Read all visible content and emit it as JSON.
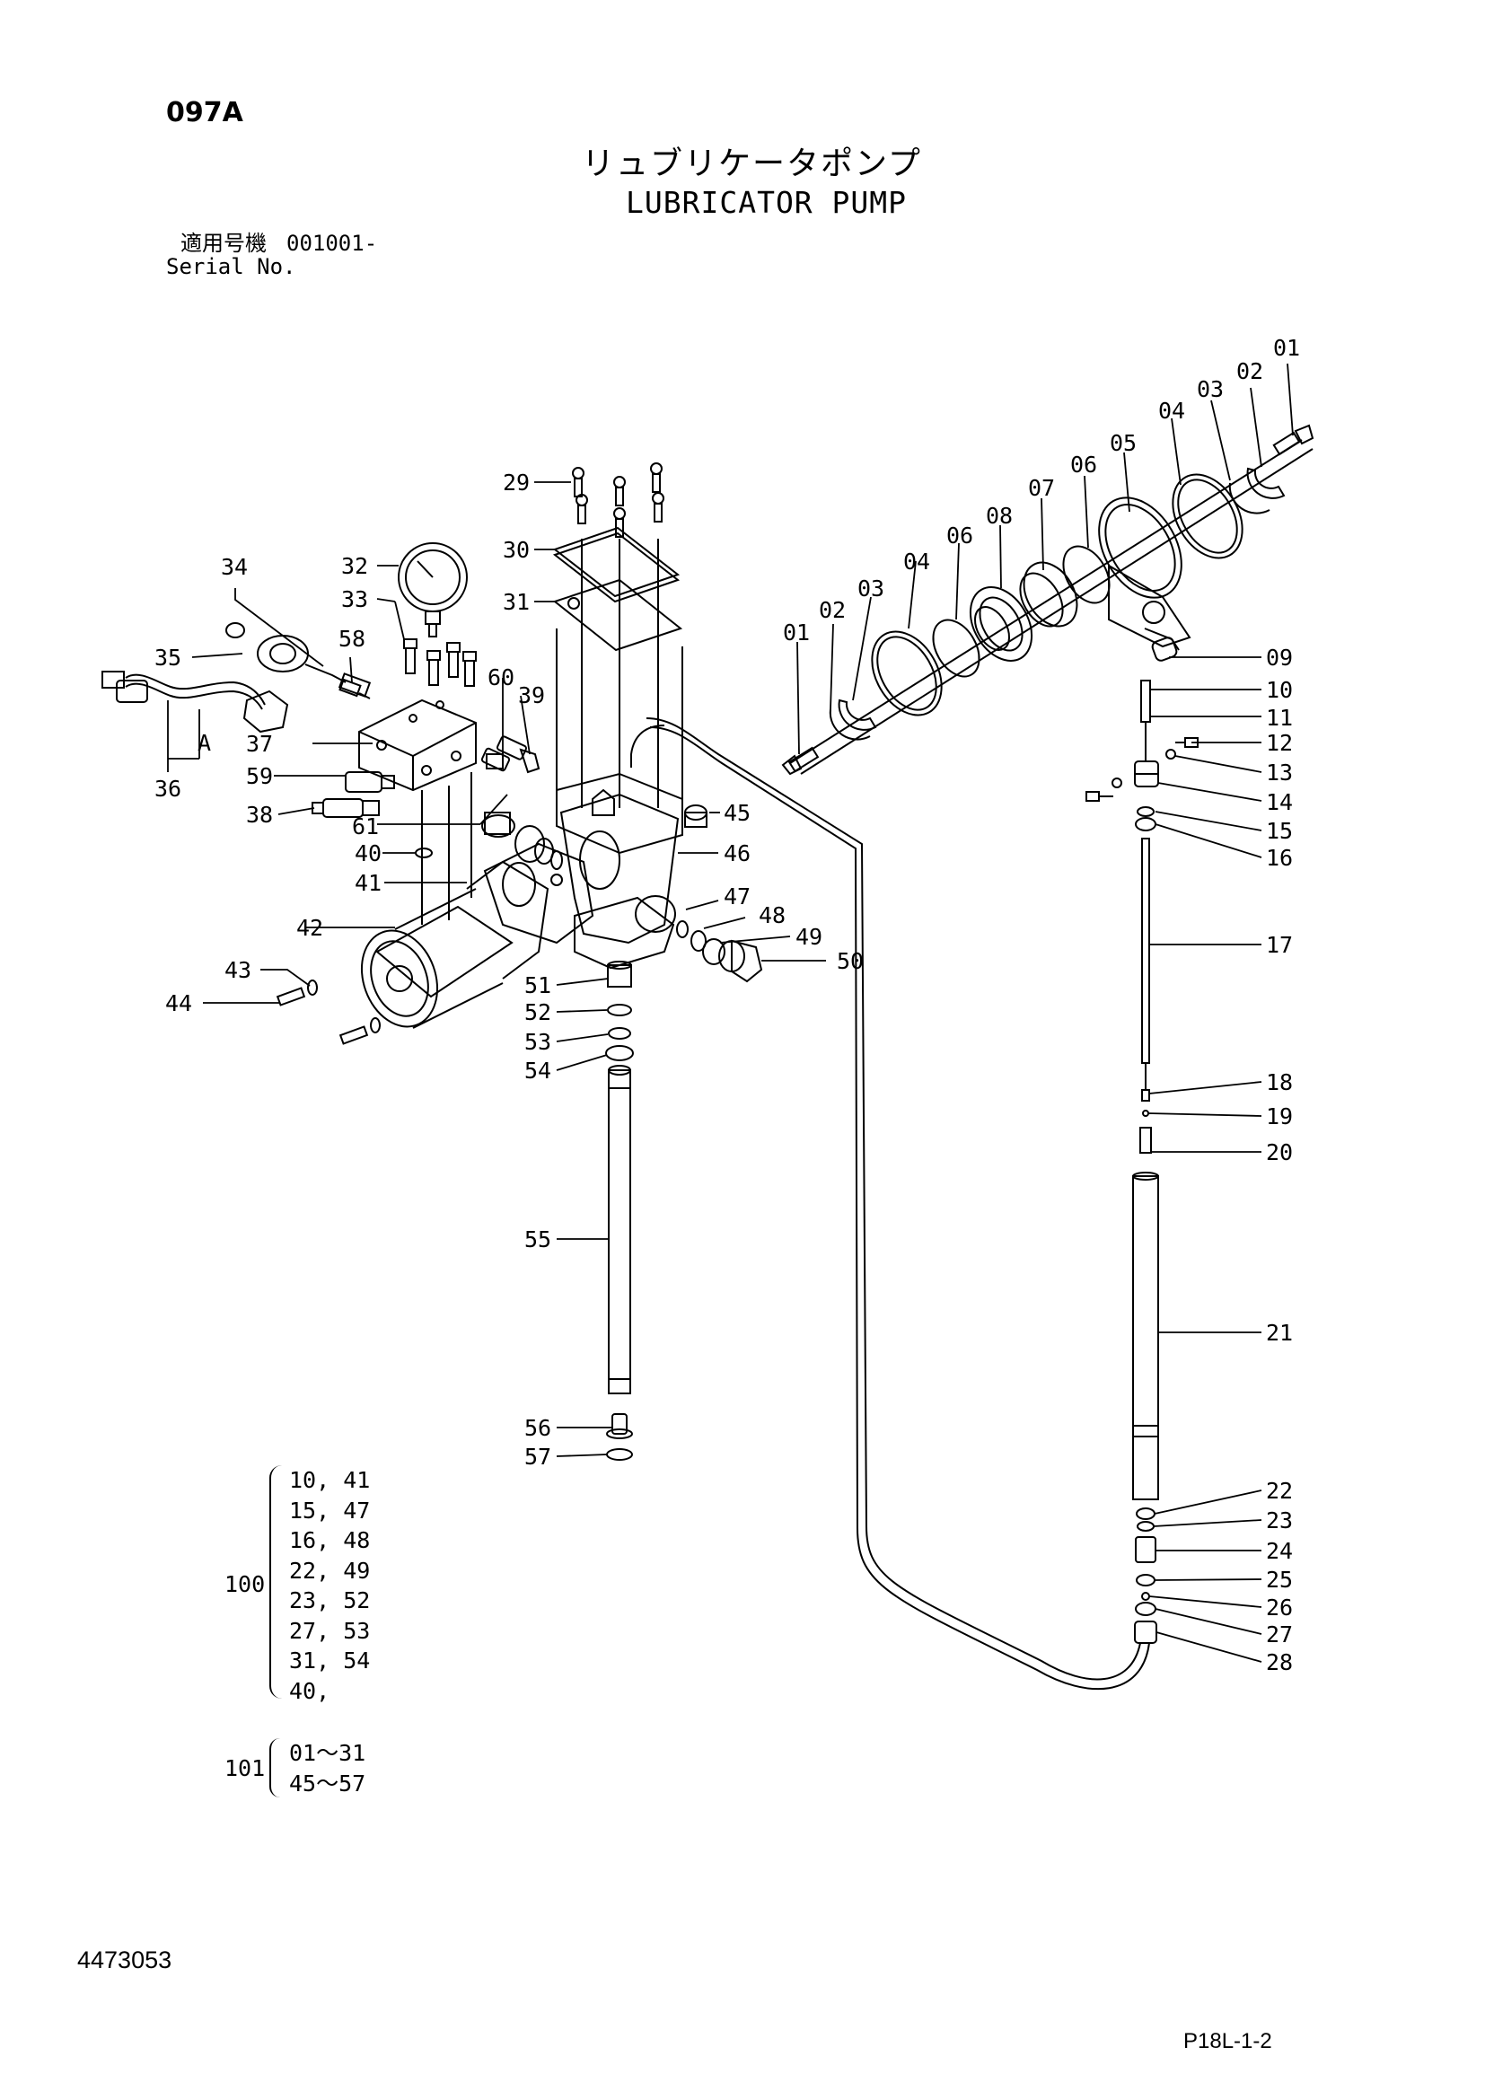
{
  "page_code": "097A",
  "title_jp": "リュブリケータポンプ",
  "title_en": "LUBRICATOR PUMP",
  "serial": {
    "label_jp": "適用号機",
    "value": "001001-",
    "label_en": "Serial No."
  },
  "view_label": "A",
  "callouts": [
    "01",
    "02",
    "03",
    "04",
    "05",
    "06",
    "07",
    "08",
    "09",
    "10",
    "11",
    "12",
    "13",
    "14",
    "15",
    "16",
    "17",
    "18",
    "19",
    "20",
    "21",
    "22",
    "23",
    "24",
    "25",
    "26",
    "27",
    "28",
    "29",
    "30",
    "31",
    "32",
    "33",
    "34",
    "35",
    "36",
    "37",
    "38",
    "39",
    "40",
    "41",
    "42",
    "43",
    "44",
    "45",
    "46",
    "47",
    "48",
    "49",
    "50",
    "51",
    "52",
    "53",
    "54",
    "55",
    "56",
    "57",
    "58",
    "59",
    "60",
    "61"
  ],
  "kits": [
    {
      "number": "100",
      "items": [
        "10, 41",
        "15, 47",
        "16, 48",
        "22, 49",
        "23, 52",
        "27, 53",
        "31, 54",
        "40,"
      ]
    },
    {
      "number": "101",
      "items": [
        "01～31",
        "45～57"
      ]
    }
  ],
  "document_number": "4473053",
  "page_number": "P18L-1-2"
}
